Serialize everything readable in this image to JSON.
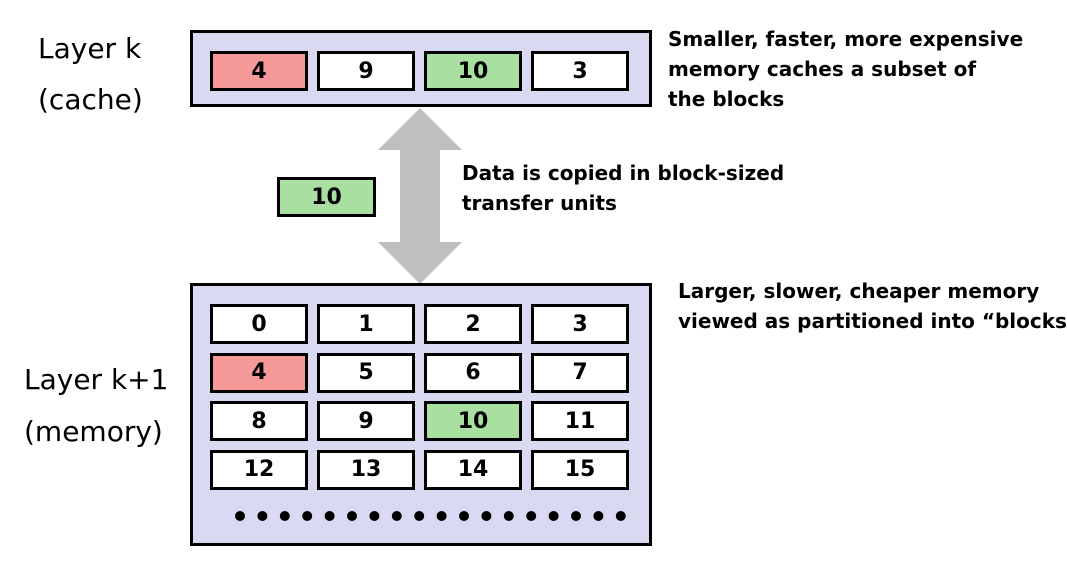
{
  "colors": {
    "panel_fill": "#d9d9f2",
    "block_fill": "#ffffff",
    "highlight_red": "#f59a98",
    "highlight_green": "#a9e0a2",
    "arrow": "#bfbfbf",
    "outline": "#000000"
  },
  "cache_layer": {
    "label_line1": "Layer k",
    "label_line2": "(cache)",
    "blocks": [
      {
        "value": "4",
        "state": "red"
      },
      {
        "value": "9",
        "state": "plain"
      },
      {
        "value": "10",
        "state": "green"
      },
      {
        "value": "3",
        "state": "plain"
      }
    ],
    "note_lines": [
      "Smaller, faster, more expensive",
      "memory caches a  subset of",
      "the blocks"
    ]
  },
  "transfer": {
    "block_value": "10",
    "note_lines": [
      "Data is copied in block-sized",
      "transfer units"
    ]
  },
  "memory_layer": {
    "label_line1": "Layer k+1",
    "label_line2": "(memory)",
    "blocks": [
      {
        "value": "0",
        "state": "plain"
      },
      {
        "value": "1",
        "state": "plain"
      },
      {
        "value": "2",
        "state": "plain"
      },
      {
        "value": "3",
        "state": "plain"
      },
      {
        "value": "4",
        "state": "red"
      },
      {
        "value": "5",
        "state": "plain"
      },
      {
        "value": "6",
        "state": "plain"
      },
      {
        "value": "7",
        "state": "plain"
      },
      {
        "value": "8",
        "state": "plain"
      },
      {
        "value": "9",
        "state": "plain"
      },
      {
        "value": "10",
        "state": "green"
      },
      {
        "value": "11",
        "state": "plain"
      },
      {
        "value": "12",
        "state": "plain"
      },
      {
        "value": "13",
        "state": "plain"
      },
      {
        "value": "14",
        "state": "plain"
      },
      {
        "value": "15",
        "state": "plain"
      }
    ],
    "continuation_dot_count": 18,
    "note_lines": [
      "Larger, slower, cheaper memory",
      "viewed as partitioned into “blocks”"
    ]
  }
}
